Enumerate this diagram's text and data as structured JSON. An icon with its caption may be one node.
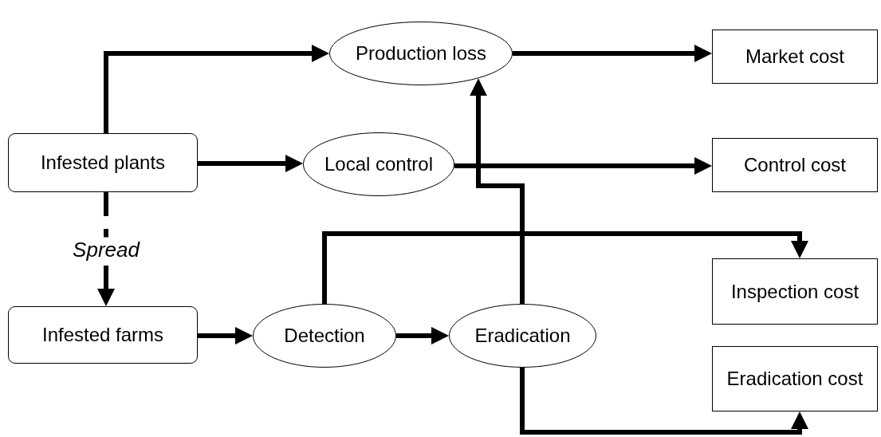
{
  "diagram": {
    "nodes": [
      {
        "text": [
          "Infested plants"
        ]
      },
      {
        "text": [
          "Production loss"
        ]
      },
      {
        "text": [
          "Market cost"
        ]
      },
      {
        "text": [
          "Local control"
        ]
      },
      {
        "text": [
          "Control cost"
        ]
      },
      {
        "text": [
          "Infested farms"
        ]
      },
      {
        "text": [
          "Detection"
        ]
      },
      {
        "text": [
          "Eradication"
        ]
      },
      {
        "text": [
          "Inspection cost"
        ]
      },
      {
        "text": [
          "Eradication cost"
        ]
      }
    ],
    "edges": [
      {
        "from": 0,
        "to": 1,
        "arrow": "to"
      },
      {
        "from": 1,
        "to": 2,
        "arrow": "to"
      },
      {
        "from": 0,
        "to": 3,
        "arrow": "to"
      },
      {
        "from": 3,
        "to": 4,
        "arrow": "to"
      },
      {
        "from": 0,
        "to": 5,
        "arrow": "to",
        "style": "dashed",
        "label": "Spread"
      },
      {
        "from": 5,
        "to": 6,
        "arrow": "to"
      },
      {
        "from": 6,
        "to": 7,
        "arrow": "to"
      },
      {
        "from": 7,
        "to": 1,
        "arrow": "to"
      },
      {
        "from": 6,
        "to": 8,
        "arrow": "to"
      },
      {
        "from": 7,
        "to": 9,
        "arrow": "to"
      }
    ]
  }
}
